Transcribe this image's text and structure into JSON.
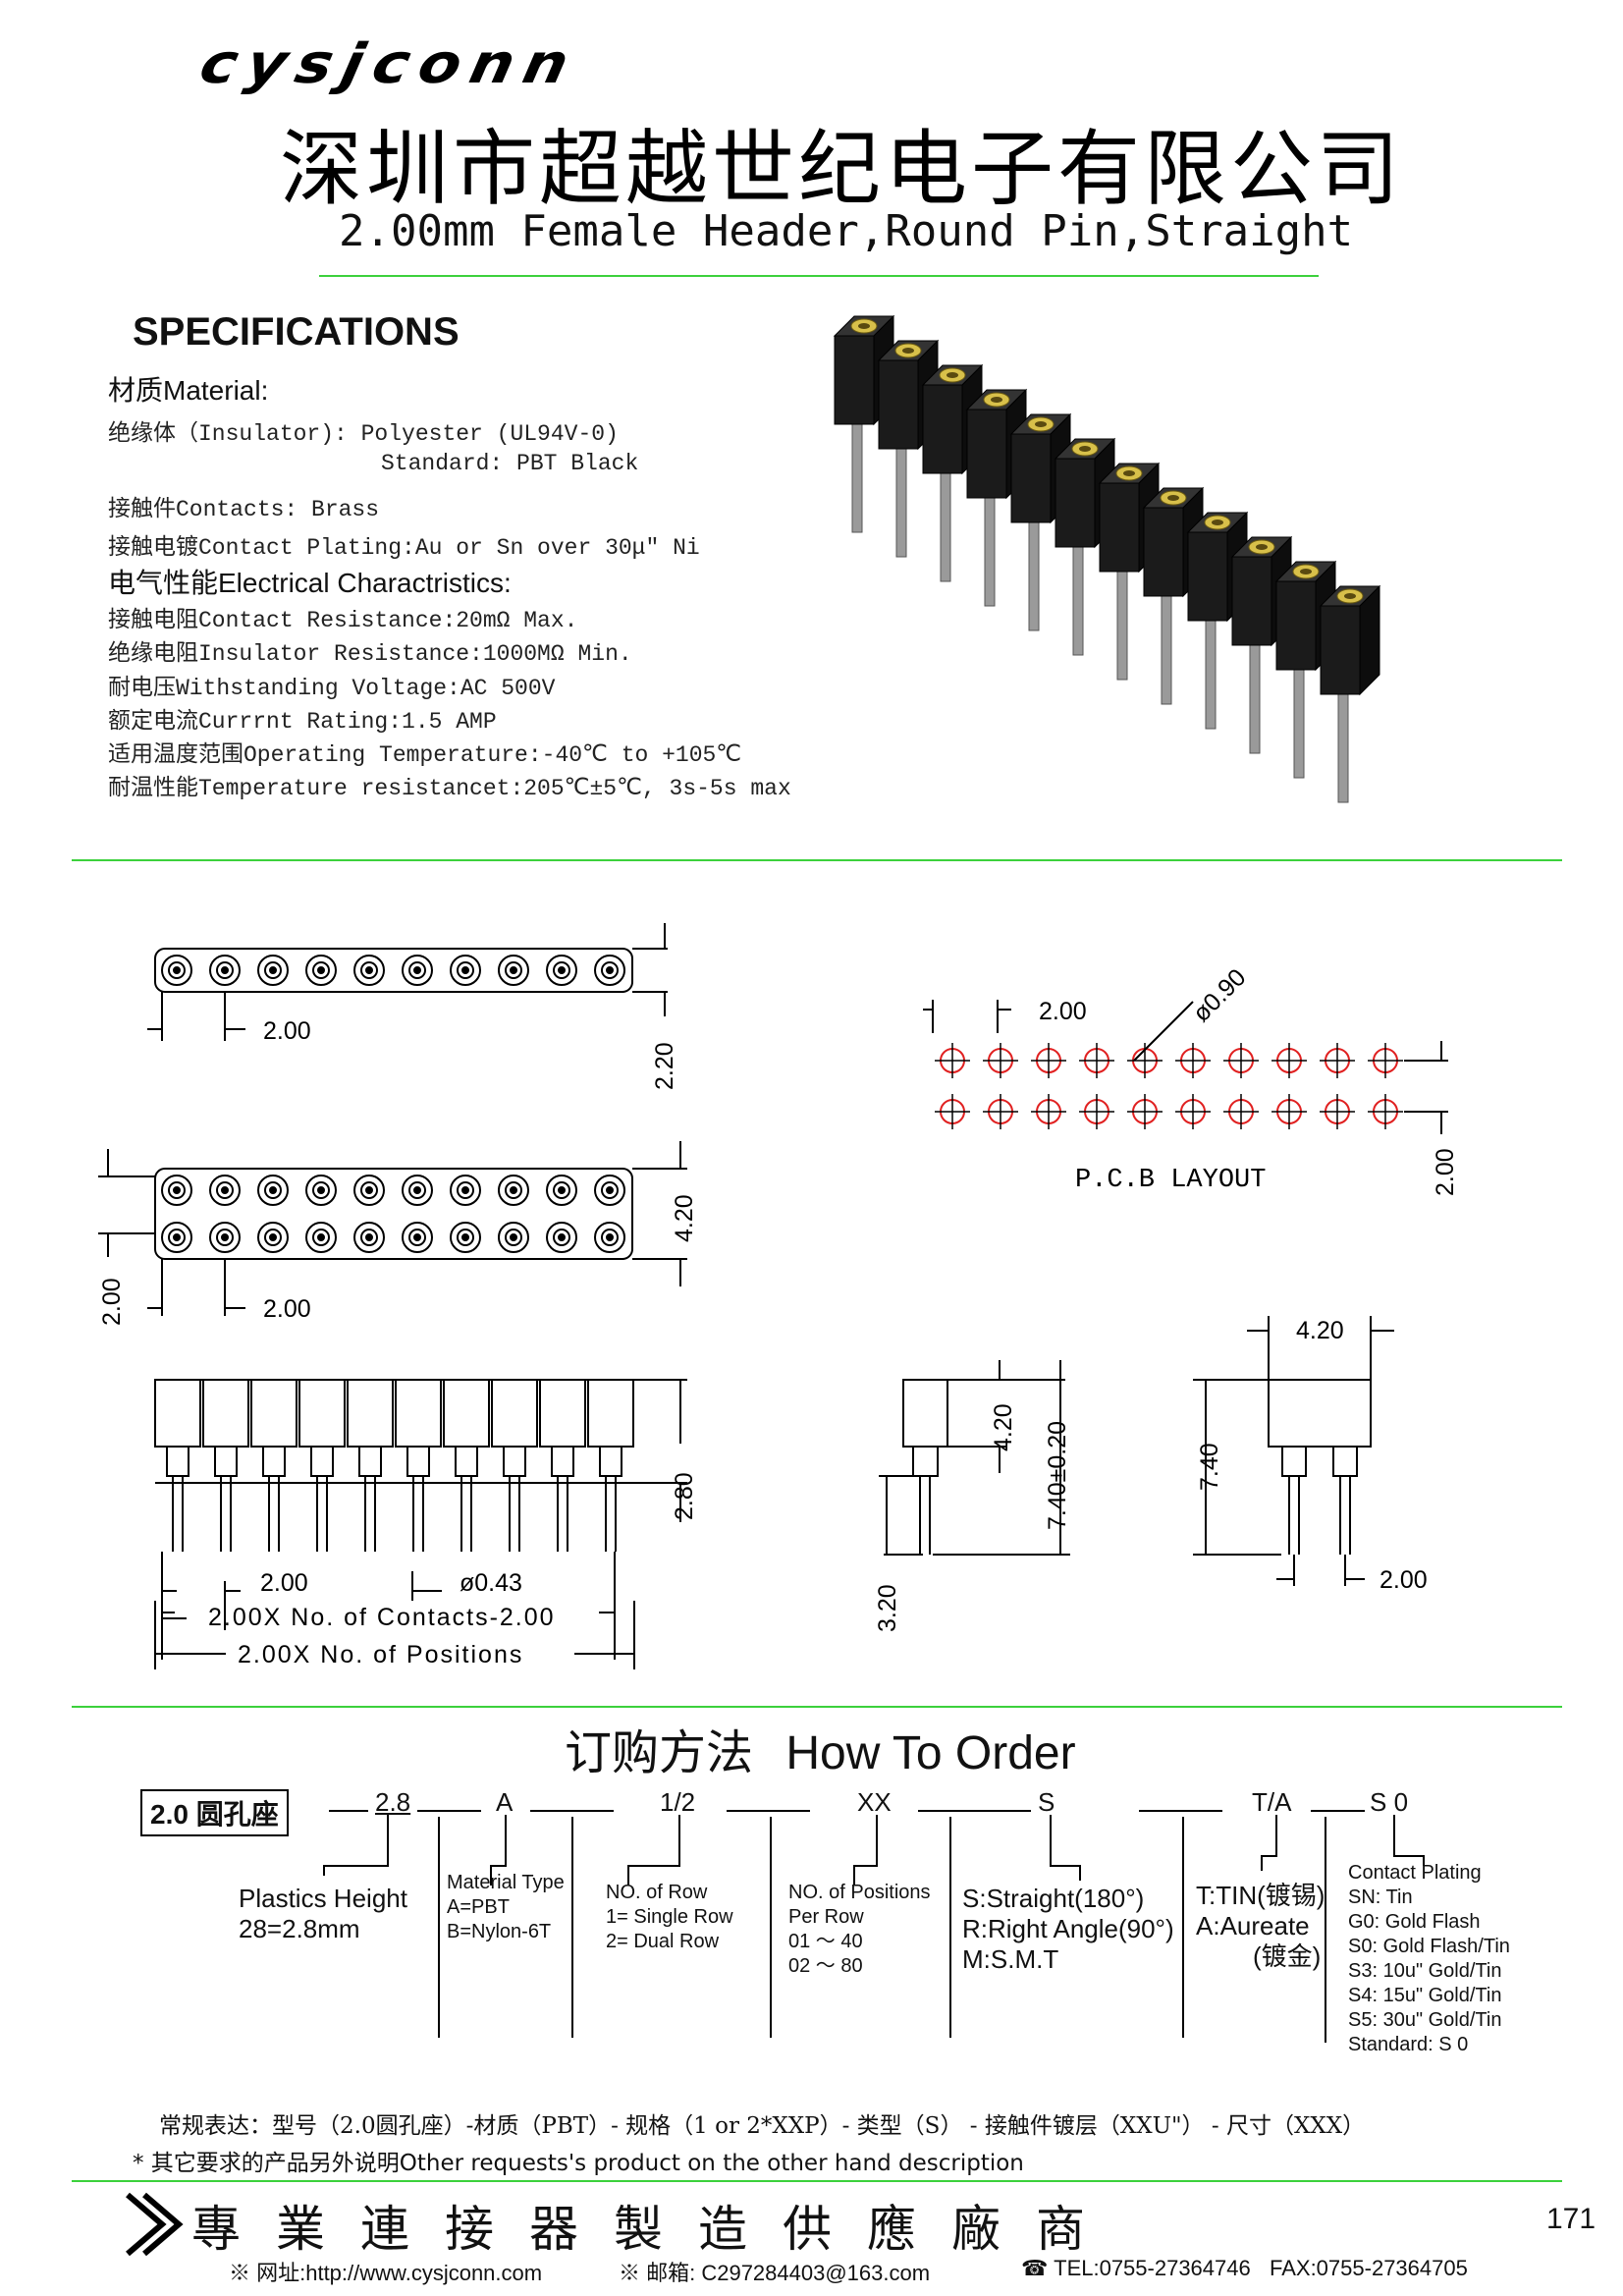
{
  "header": {
    "logo": "cysjconn",
    "company_cn": "深圳市超越世纪电子有限公司",
    "product_title": "2.00mm Female Header,Round Pin,Straight"
  },
  "specs": {
    "heading": "SPECIFICATIONS",
    "material_heading": "材质Material:",
    "insulator": "绝缘体（Insulator):  Polyester (UL94V-0)",
    "insulator_standard": "Standard: PBT Black",
    "contacts": "接触件Contacts: Brass",
    "plating": "接触电镀Contact Plating:Au or Sn over 30μ\" Ni",
    "electrical_heading": "电气性能Electrical Charactristics:",
    "contact_resistance": "接触电阻Contact Resistance:20mΩ Max.",
    "insulator_resistance": "绝缘电阻Insulator Resistance:1000MΩ Min.",
    "withstanding_voltage": "耐电压Withstanding Voltage:AC 500V",
    "current_rating": "额定电流Currrnt Rating:1.5 AMP",
    "operating_temp": "适用温度范围Operating Temperature:-40℃ to +105℃",
    "temp_resistance": "耐温性能Temperature resistancet:205℃±5℃, 3s-5s max"
  },
  "drawings": {
    "top_pitch": "2.00",
    "top_height": "2.20",
    "dual_height": "4.20",
    "dual_row_pitch": "2.00",
    "dual_col_pitch": "2.00",
    "pcb_pitch": "2.00",
    "pcb_hole": "ø0.90",
    "pcb_label": "P.C.B LAYOUT",
    "pcb_row_pitch": "2.00",
    "side_height": "2.80",
    "side_pitch": "2.00",
    "side_pin": "ø0.43",
    "side_len1": "2.00X No. of Contacts-2.00",
    "side_len2": "2.00X No. of Positions",
    "end_height": "4.20",
    "end_total": "7.40±0.20",
    "end_tail": "3.20",
    "dual_end_width": "4.20",
    "dual_end_height": "7.40",
    "dual_end_pitch": "2.00"
  },
  "order": {
    "title_cn": "订购方法",
    "title_en": "How To Order",
    "base": "2.0 圆孔座",
    "code_height": "2.8",
    "code_material": "A",
    "code_rows": "1/2",
    "code_positions": "XX",
    "code_type": "S",
    "code_plating": "T/A",
    "code_contact": "S 0",
    "height_label": "Plastics Height",
    "height_value": "28=2.8mm",
    "material_type": "Material Type",
    "material_a": "A=PBT",
    "material_b": "B=Nylon-6T",
    "rows_label": "NO. of  Row",
    "rows_1": "1= Single Row",
    "rows_2": "2= Dual  Row",
    "pos_label": "NO. of Positions",
    "pos_per_row": "Per Row",
    "pos_1": "01 ～ 40",
    "pos_2": "02 ～ 80",
    "type_s": "S:Straight(180°)",
    "type_r": "R:Right Angle(90°)",
    "type_m": "M:S.M.T",
    "plating_t": "T:TIN(镀锡)",
    "plating_a": "A:Aureate",
    "plating_a_cn": "(镀金)",
    "contact_label": "Contact Plating",
    "contact_sn": "SN: Tin",
    "contact_g0": "G0: Gold Flash",
    "contact_s0": "S0:  Gold Flash/Tin",
    "contact_s3": "S3: 10u\" Gold/Tin",
    "contact_s4": "S4: 15u\" Gold/Tin",
    "contact_s5": "S5: 30u\" Gold/Tin",
    "contact_std": "Standard: S 0",
    "note1": "常规表达：型号（2.0圆孔座）-材质（PBT）- 规格（1 or 2*XXP）- 类型（S） - 接触件镀层（XXU\"） - 尺寸（XXX）",
    "note2": "* 其它要求的产品另外说明Other requests's product on the other hand description"
  },
  "footer": {
    "slogan": "專業連接器製造供應廠商",
    "page": "171",
    "web": "※ 网址:http://www.cysjconn.com",
    "mail": "※ 邮箱:  C297284403@163.com",
    "tel": "TEL:0755-27364746",
    "fax": "FAX:0755-27364705"
  }
}
